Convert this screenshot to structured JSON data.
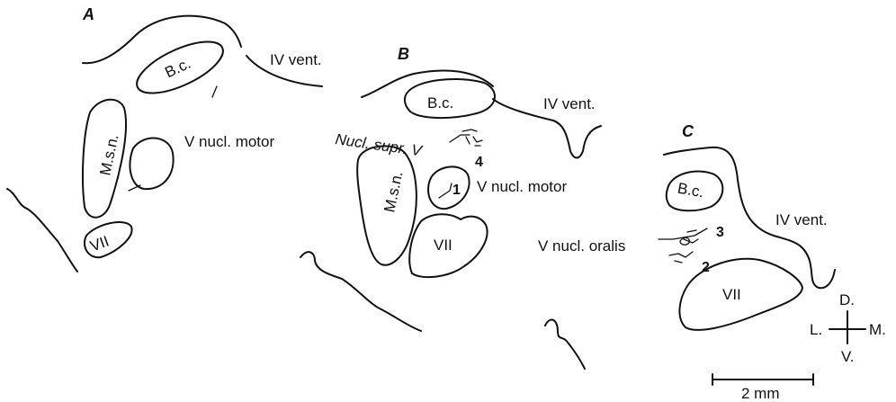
{
  "panels": {
    "A": {
      "letter": "A",
      "labels": {
        "bc": "B.c.",
        "iv_vent": "IV vent.",
        "msn": "M.s.n.",
        "v_motor": "V nucl. motor",
        "vii": "VII"
      }
    },
    "B": {
      "letter": "B",
      "labels": {
        "bc": "B.c.",
        "iv_vent": "IV vent.",
        "nucl_supr": "Nucl. supr. V",
        "msn": "M.s.n.",
        "v_motor": "V nucl. motor",
        "vii": "VII",
        "site1": "1",
        "site4": "4"
      }
    },
    "C": {
      "letter": "C",
      "labels": {
        "bc": "B.c.",
        "iv_vent": "IV vent.",
        "v_oralis": "V nucl. oralis",
        "vii": "VII",
        "site2": "2",
        "site3": "3"
      }
    }
  },
  "orientation": {
    "dorsal": "D.",
    "ventral": "V.",
    "lateral": "L.",
    "medial": "M."
  },
  "scale_bar": {
    "label": "2 mm"
  }
}
